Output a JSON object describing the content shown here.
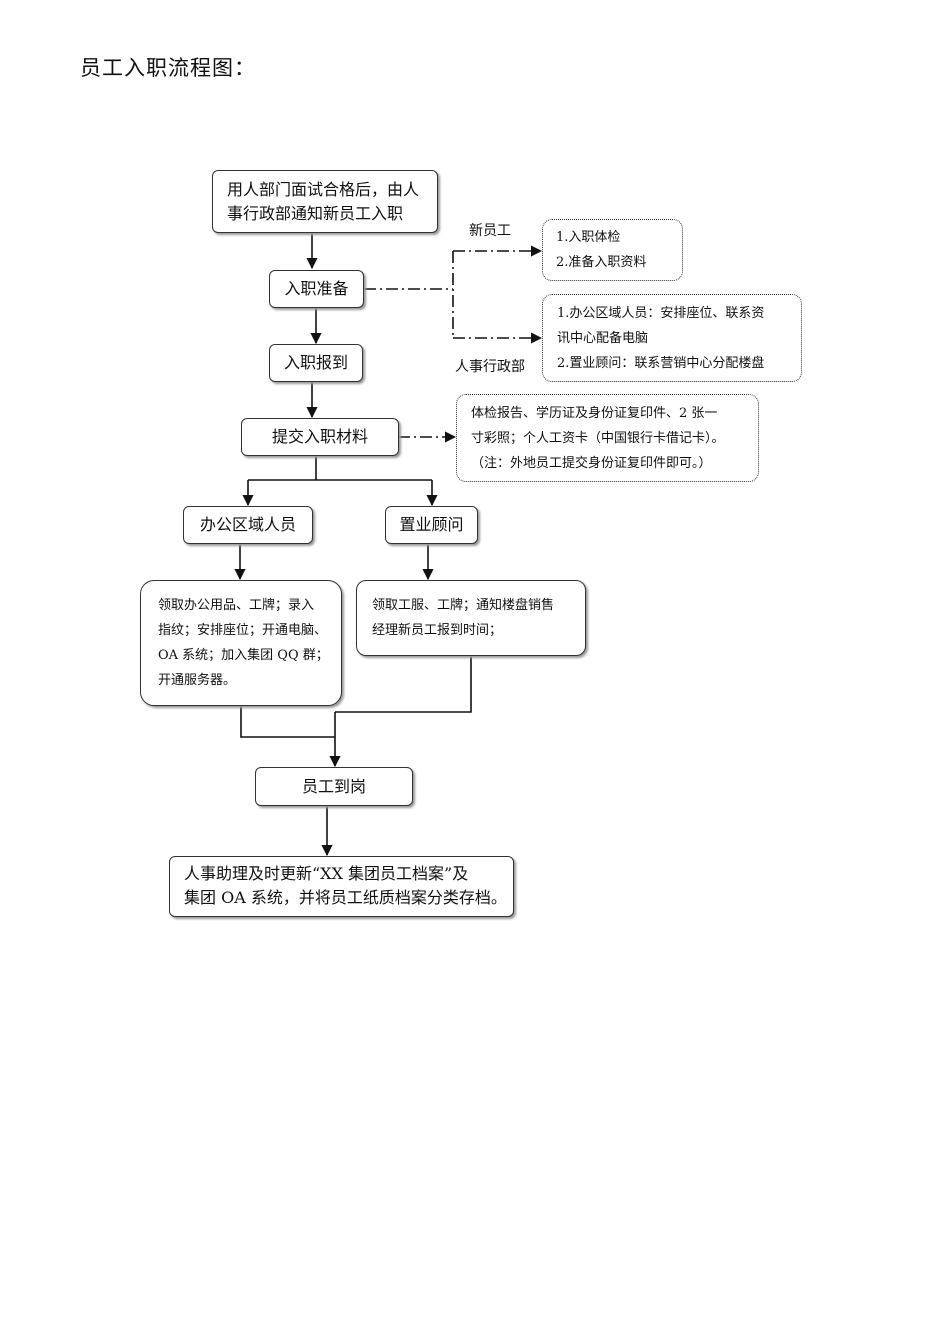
{
  "title": "员工入职流程图：",
  "steps": {
    "start": {
      "line1": "用人部门面试合格后，由人",
      "line2": "事行政部通知新员工入职"
    },
    "prepare": "入职准备",
    "report": "入职报到",
    "submit": "提交入职材料",
    "office_staff": "办公区域人员",
    "property_consultant": "置业顾问",
    "office_tasks": {
      "line1": "领取办公用品、工牌；录入",
      "line2": "指纹；安排座位；开通电脑、",
      "line3": "OA 系统；加入集团 QQ 群；",
      "line4": "开通服务器。"
    },
    "consultant_tasks": {
      "line1": "领取工服、工牌；通知楼盘销售",
      "line2": "经理新员工报到时间；"
    },
    "arrive": "员工到岗",
    "archive": {
      "line1": "人事助理及时更新“XX 集团员工档案”及",
      "line2": "集团 OA 系统，并将员工纸质档案分类存档。"
    }
  },
  "branches": {
    "new_employee_label": "新员工",
    "new_employee_items": [
      "1.入职体检",
      "2.准备入职资料"
    ],
    "hr_label": "人事行政部",
    "hr_items": {
      "line1": "1.办公区域人员：安排座位、联系资",
      "line2": "讯中心配备电脑",
      "line3": "2.置业顾问：联系营销中心分配楼盘"
    },
    "materials": {
      "line1": "体检报告、学历证及身份证复印件、2 张一",
      "line2": "寸彩照；个人工资卡（中国银行卡借记卡）。",
      "line3": "（注：外地员工提交身份证复印件即可。）"
    }
  }
}
